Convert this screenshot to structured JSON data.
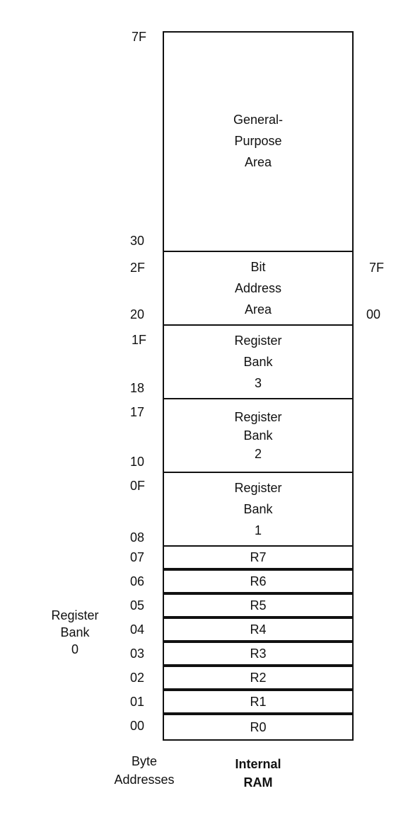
{
  "memory_map": {
    "blocks": [
      {
        "name": "block-general-purpose",
        "lines": [
          "General-",
          "Purpose",
          "Area"
        ]
      },
      {
        "name": "block-bit-address",
        "lines": [
          "Bit",
          "Address",
          "Area"
        ]
      },
      {
        "name": "block-register-bank-3",
        "lines": [
          "Register",
          "Bank",
          "3"
        ]
      },
      {
        "name": "block-register-bank-2",
        "lines": [
          "Register",
          "Bank",
          "2"
        ]
      },
      {
        "name": "block-register-bank-1",
        "lines": [
          "Register",
          "Bank",
          "1"
        ]
      },
      {
        "name": "block-r7",
        "lines": [
          "R7"
        ]
      },
      {
        "name": "block-r6",
        "lines": [
          "R6"
        ]
      },
      {
        "name": "block-r5",
        "lines": [
          "R5"
        ]
      },
      {
        "name": "block-r4",
        "lines": [
          "R4"
        ]
      },
      {
        "name": "block-r3",
        "lines": [
          "R3"
        ]
      },
      {
        "name": "block-r2",
        "lines": [
          "R2"
        ]
      },
      {
        "name": "block-r1",
        "lines": [
          "R1"
        ]
      },
      {
        "name": "block-r0",
        "lines": [
          "R0"
        ]
      }
    ],
    "byte_addresses": [
      "7F",
      "30",
      "2F",
      "20",
      "1F",
      "18",
      "17",
      "10",
      "0F",
      "08",
      "07",
      "06",
      "05",
      "04",
      "03",
      "02",
      "01",
      "00"
    ],
    "bit_addresses": [
      "7F",
      "00"
    ],
    "register_bank_0_label": [
      "Register",
      "Bank",
      "0"
    ],
    "footer": {
      "byte_addresses": [
        "Byte",
        "Addresses"
      ],
      "internal_ram": [
        "Internal",
        "RAM"
      ]
    }
  }
}
